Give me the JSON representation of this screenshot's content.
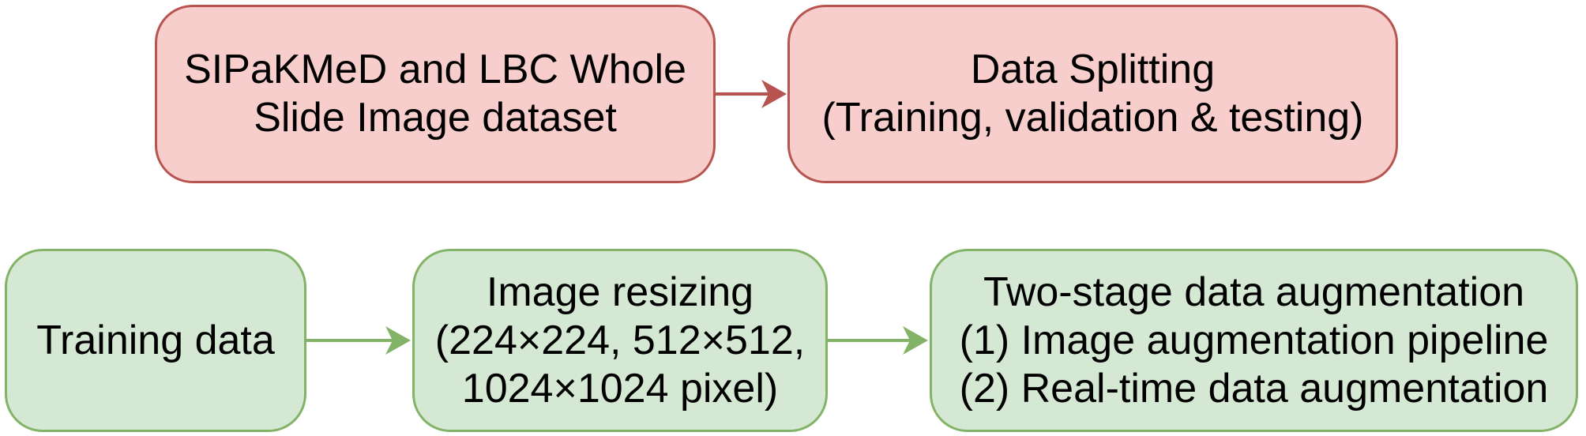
{
  "diagram": {
    "background": "#ffffff",
    "text_color": "#000000",
    "colors": {
      "red_node_fill": "#f8cecc",
      "red_node_border": "#b85450",
      "green_node_fill": "#d5e8d4",
      "green_node_border": "#82b366"
    },
    "nodes": {
      "dataset": {
        "color_role": "red",
        "lines": [
          "SIPaKMeD and LBC Whole",
          "Slide Image dataset"
        ]
      },
      "data_splitting": {
        "color_role": "red",
        "lines": [
          "Data Splitting",
          "(Training, validation & testing)"
        ]
      },
      "training_data": {
        "color_role": "green",
        "lines": [
          "Training data"
        ]
      },
      "image_resizing": {
        "color_role": "green",
        "lines": [
          "Image resizing",
          "(224×224, 512×512,",
          "1024×1024 pixel)"
        ]
      },
      "augmentation": {
        "color_role": "green",
        "lines": [
          "Two-stage data augmentation",
          "(1) Image augmentation pipeline",
          "(2) Real-time data augmentation"
        ]
      }
    },
    "edges": [
      {
        "from": "dataset",
        "to": "data_splitting",
        "color": "#b85450"
      },
      {
        "from": "training_data",
        "to": "image_resizing",
        "color": "#82b366"
      },
      {
        "from": "image_resizing",
        "to": "augmentation",
        "color": "#82b366"
      }
    ]
  }
}
